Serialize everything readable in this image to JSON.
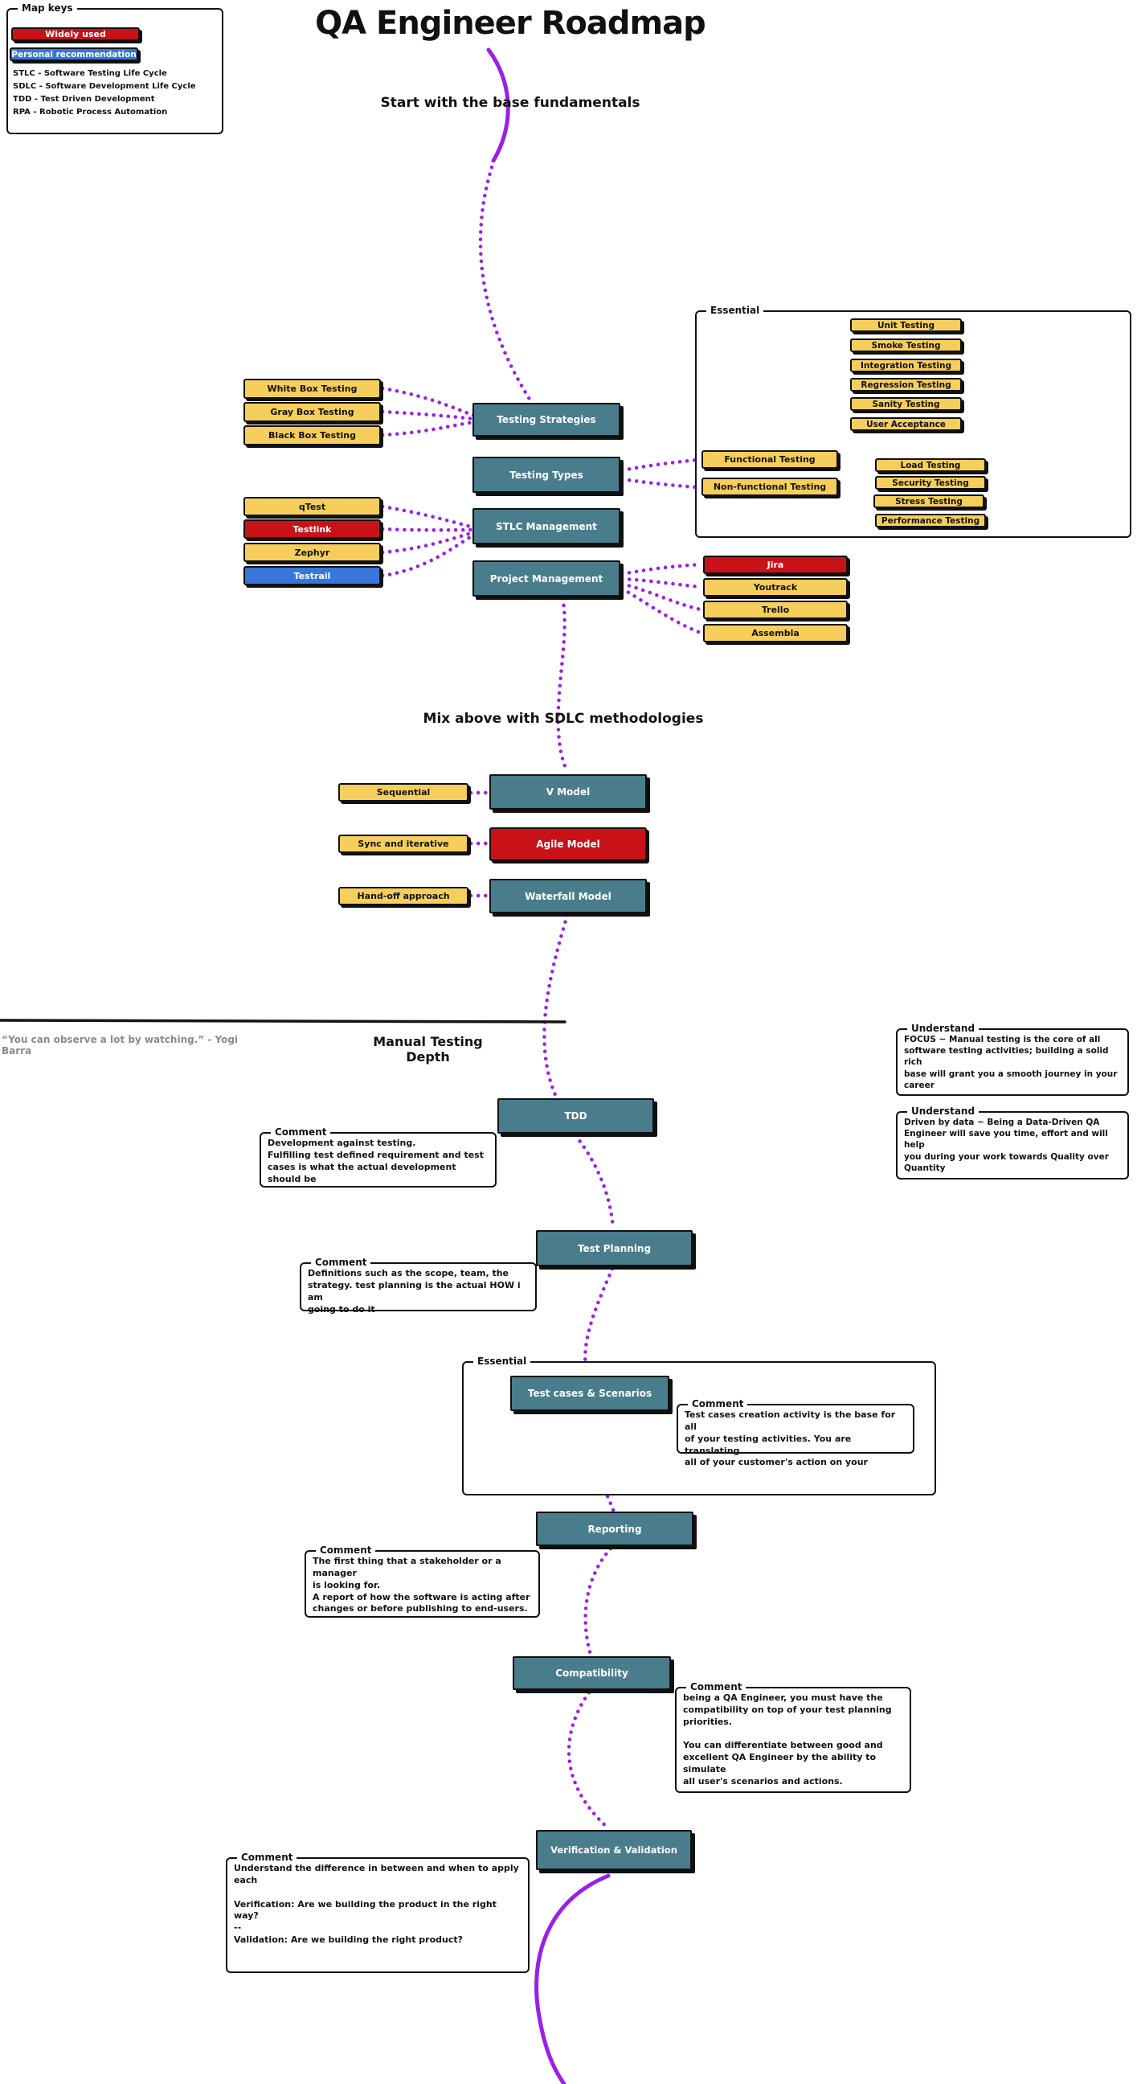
{
  "title": "QA Engineer Roadmap",
  "headings": {
    "fundamentals": "Start with the base fundamentals",
    "sdlc": "Mix above with SDLC methodologies",
    "manual": "Manual Testing Depth"
  },
  "quote": "“You can observe a lot by watching.” - Yogi Barra",
  "map_keys": {
    "label": "Map keys",
    "widely_used": "Widely used",
    "personal_recommendation": "Personal recommendation",
    "legend": [
      "STLC - Software Testing Life Cycle",
      "SDLC - Software Development Life Cycle",
      "TDD - Test Driven Development",
      "RPA - Robotic Process Automation"
    ]
  },
  "colors": {
    "widely_used": "#C91118",
    "personal_recommendation": "#3677D9",
    "default_node": "#F6CE5C",
    "primary_node": "#4A7D8B",
    "connector": "#9B1FE8"
  },
  "groups": {
    "essential_top": "Essential",
    "essential_manual": "Essential"
  },
  "nodes": {
    "white_box": "White Box Testing",
    "gray_box": "Gray Box Testing",
    "black_box": "Black Box Testing",
    "qtest": "qTest",
    "testlink": "Testlink",
    "zephyr": "Zephyr",
    "testrail": "Testrail",
    "testing_strategies": "Testing Strategies",
    "testing_types": "Testing Types",
    "stlc_management": "STLC Management",
    "project_management": "Project Management",
    "unit": "Unit Testing",
    "smoke": "Smoke Testing",
    "integration": "Integration Testing",
    "regression": "Regression Testing",
    "sanity": "Sanity Testing",
    "user_acceptance": "User Acceptance",
    "functional": "Functional Testing",
    "non_functional": "Non-functional Testing",
    "load": "Load Testing",
    "security": "Security Testing",
    "stress": "Stress Testing",
    "performance": "Performance Testing",
    "jira": "Jira",
    "youtrack": "Youtrack",
    "trello": "Trello",
    "assembla": "Assembla",
    "sequential": "Sequential",
    "sync_iterative": "Sync and iterative",
    "handoff": "Hand-off approach",
    "v_model": "V Model",
    "agile_model": "Agile Model",
    "waterfall_model": "Waterfall Model",
    "tdd": "TDD",
    "test_planning": "Test Planning",
    "test_cases": "Test cases & Scenarios",
    "reporting": "Reporting",
    "compatibility": "Compatibility",
    "verification_validation": "Verification & Validation"
  },
  "comments": {
    "tdd": {
      "label": "Comment",
      "text": "Development against testing.\nFulfilling test defined requirement and test\ncases is what the actual development should be"
    },
    "test_planning": {
      "label": "Comment",
      "text": "Definitions such as the scope, team, the\nstrategy. test planning is the actual HOW i am\ngoing to do it"
    },
    "test_cases": {
      "label": "Comment",
      "text": "Test cases creation activity is the base for all\n of your testing activities. You are translating\nall of your customer's action on your"
    },
    "reporting": {
      "label": "Comment",
      "text": "The first thing that a stakeholder or a manager\nis looking for.\nA report of how the software is acting after\nchanges or before publishing to end-users."
    },
    "compatibility": {
      "label": "Comment",
      "text": "being a QA Engineer, you must have the\ncompatibility on top of your test planning\npriorities.\n\nYou can differentiate between good and\nexcellent QA Engineer by the ability to simulate\nall user's scenarios and actions."
    },
    "verification_validation": {
      "label": "Comment",
      "text": "Understand the difference in between and when to apply each\n\nVerification: Are we building the product in the right way?\n--\nValidation: Are we building the right product?"
    }
  },
  "understand": [
    {
      "label": "Understand",
      "text": "FOCUS ~ Manual testing is the core of all\nsoftware testing activities; building a solid rich\nbase will grant you a smooth journey in your\ncareer"
    },
    {
      "label": "Understand",
      "text": "Driven by data ~ Being a Data-Driven QA\nEngineer will save you time, effort and will help\nyou during your work towards Quality over\nQuantity"
    }
  ]
}
